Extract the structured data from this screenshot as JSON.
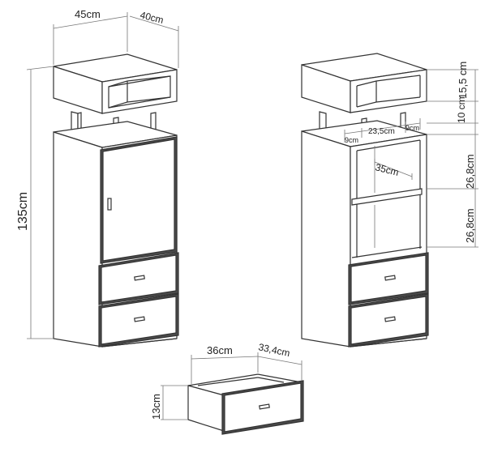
{
  "figure": {
    "cabinet_a": {
      "width_label": "45cm",
      "depth_label": "40cm",
      "height_label": "135cm"
    },
    "cabinet_b": {
      "top_box_label": "15,5 cm",
      "gap_label": "10 cm",
      "shelf1_label": "26,8cm",
      "shelf2_label": "26,8cm",
      "left_gap_label": "9cm",
      "mid_gap_label": "23,5cm",
      "right_gap_label": "9cm",
      "shelf_depth_label": "35cm"
    },
    "drawer": {
      "width_label": "36cm",
      "depth_label": "33,4cm",
      "height_label": "13cm"
    }
  }
}
